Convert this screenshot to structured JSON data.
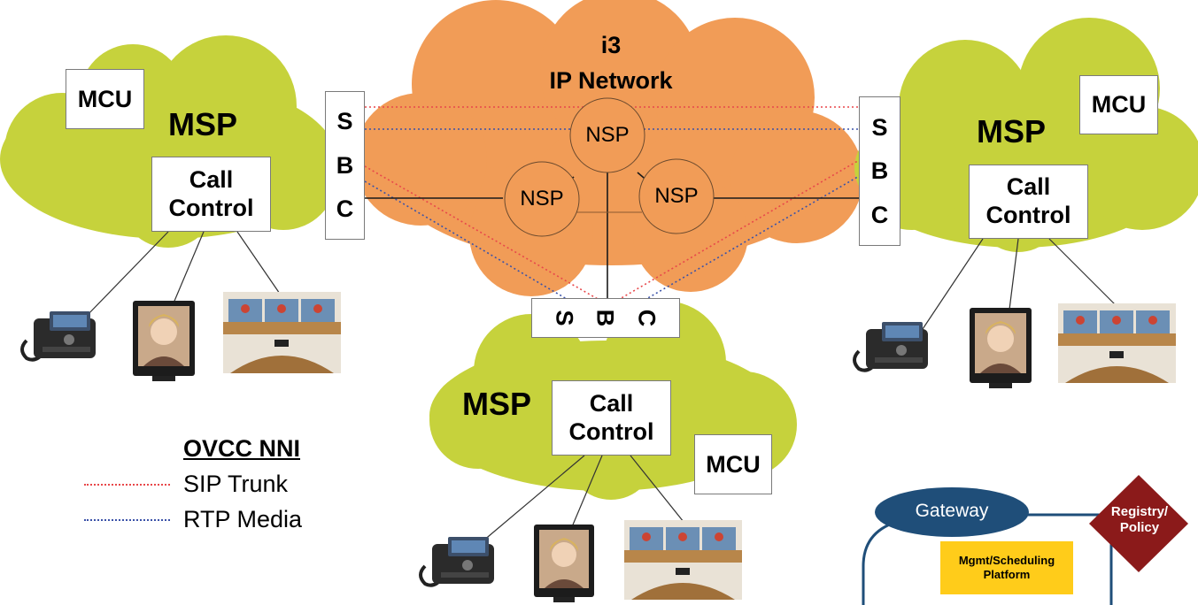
{
  "network": {
    "title": "i3",
    "subtitle": "IP Network",
    "nsp_top": "NSP",
    "nsp_left": "NSP",
    "nsp_right": "NSP"
  },
  "left_msp": {
    "msp_label": "MSP",
    "mcu_label": "MCU",
    "call_control_line1": "Call",
    "call_control_line2": "Control",
    "sbc": [
      "S",
      "B",
      "C"
    ]
  },
  "right_msp": {
    "msp_label": "MSP",
    "mcu_label": "MCU",
    "call_control_line1": "Call",
    "call_control_line2": "Control",
    "sbc": [
      "S",
      "B",
      "C"
    ]
  },
  "bottom_msp": {
    "msp_label": "MSP",
    "mcu_label": "MCU",
    "call_control_line1": "Call",
    "call_control_line2": "Control",
    "sbc": [
      "S",
      "B",
      "C"
    ]
  },
  "legend": {
    "title": "OVCC NNI",
    "items": [
      {
        "label": "SIP Trunk",
        "color": "#e8474a"
      },
      {
        "label": "RTP Media",
        "color": "#3a52a8"
      }
    ]
  },
  "corner": {
    "gateway": "Gateway",
    "registry_line1": "Registry/",
    "registry_line2": "Policy",
    "mgmt_line1": "Mgmt/Scheduling",
    "mgmt_line2": "Platform"
  },
  "colors": {
    "network_cloud": "#f19c57",
    "msp_cloud": "#c6d23c",
    "sip_trunk": "#e8474a",
    "rtp_media": "#3a52a8",
    "gateway_fill": "#1f4e79",
    "registry_fill": "#8b1a1a",
    "mgmt_fill": "#ffcc1a"
  }
}
